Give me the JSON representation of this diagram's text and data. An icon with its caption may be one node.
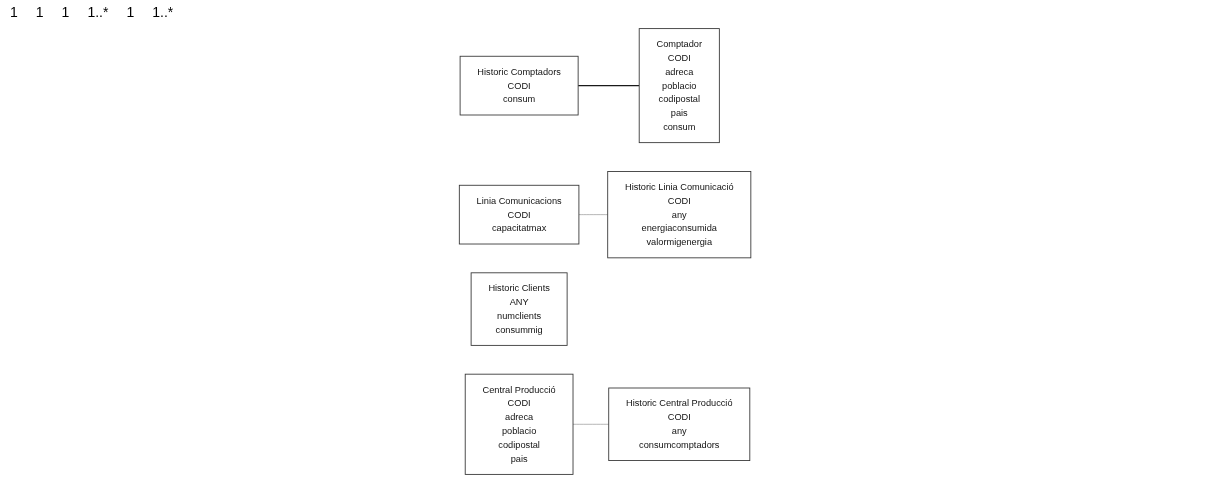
{
  "diagram": {
    "nodes": [
      {
        "text": [
          "Historic Comptadors",
          "CODI",
          "consum"
        ]
      },
      {
        "text": [
          "Comptador",
          "CODI",
          "adreca",
          "poblacio",
          "codipostal",
          "pais",
          "consum"
        ]
      },
      {
        "text": [
          "Linia Comunicacions",
          "CODI",
          "capacitatmax"
        ]
      },
      {
        "text": [
          "Historic Linia Comunicació",
          "CODI",
          "any",
          "energiaconsumida",
          "valormigenergia"
        ]
      },
      {
        "text": [
          "Historic Clients",
          "ANY",
          "numclients",
          "consummig"
        ]
      },
      {
        "text": [
          "Central Producció",
          "CODI",
          "adreca",
          "poblacio",
          "codipostal",
          "pais"
        ]
      },
      {
        "text": [
          "Historic Central Producció",
          "CODI",
          "any",
          "consumcomptadors"
        ]
      }
    ],
    "edges": [
      {
        "from": 0,
        "to": 1,
        "arrow": "none",
        "color": "#1a1a1a"
      },
      {
        "from": 2,
        "to": 3,
        "arrow": "none"
      },
      {
        "from": 5,
        "to": 6,
        "arrow": "none"
      }
    ],
    "labels": [
      "1",
      "1",
      "1",
      "1..*",
      "1",
      "1..*"
    ]
  }
}
